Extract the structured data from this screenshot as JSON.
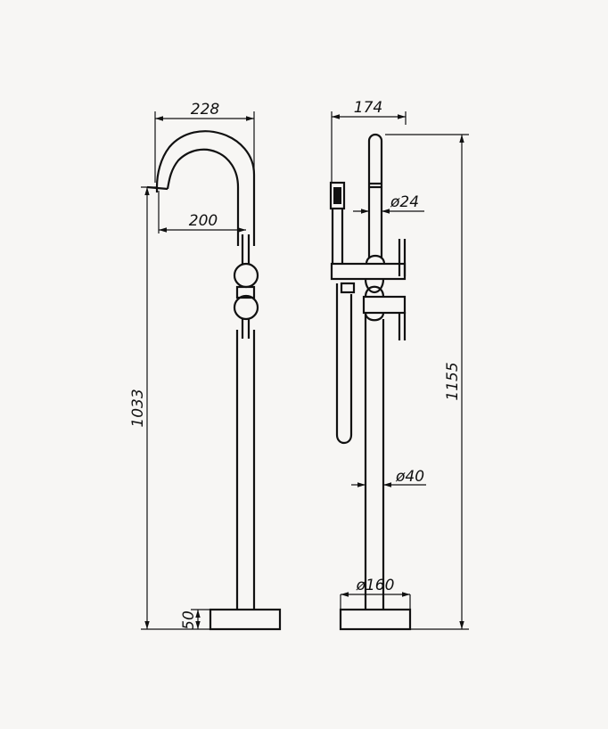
{
  "drawing": {
    "background_color": "#f7f6f4",
    "line_color": "#111111"
  },
  "front_view": {
    "dims": {
      "spout_reach": "228",
      "spout_reach_inner": "200",
      "overall_height": "1033",
      "base_height": "50"
    }
  },
  "side_view": {
    "dims": {
      "depth": "174",
      "riser_diameter": "ø24",
      "column_diameter": "ø40",
      "base_diameter": "ø160",
      "overall_height": "1155"
    }
  }
}
